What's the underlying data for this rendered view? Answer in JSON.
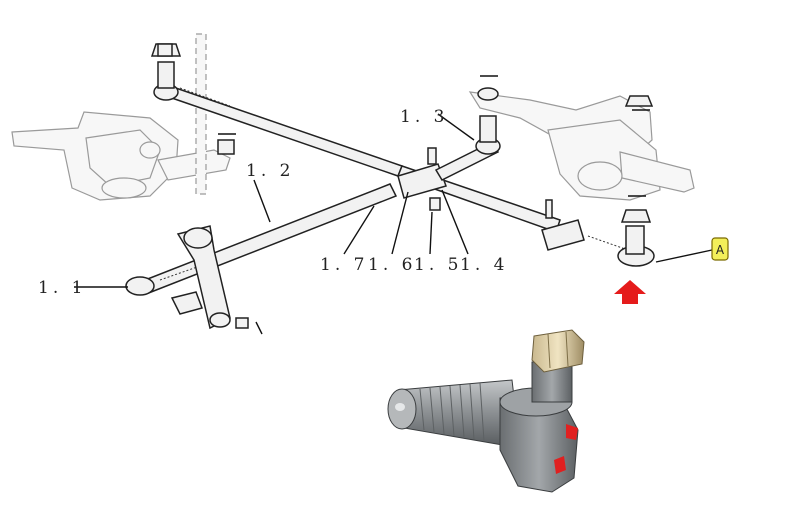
{
  "labels": {
    "l11": "1. 1",
    "l12": "1. 2",
    "l13": "1. 3",
    "l14": "1. 4",
    "l15": "1. 5",
    "l16": "1. 6",
    "l17": "1. 7",
    "callout": "A"
  },
  "colors": {
    "arrow": "#e51b1b",
    "callout_fill": "#f3ef5a",
    "callout_border": "#7a6a00",
    "photo_body": "#8f9396",
    "photo_marks": "#e02020"
  },
  "icons": {
    "pointer": "up-arrow-icon"
  }
}
